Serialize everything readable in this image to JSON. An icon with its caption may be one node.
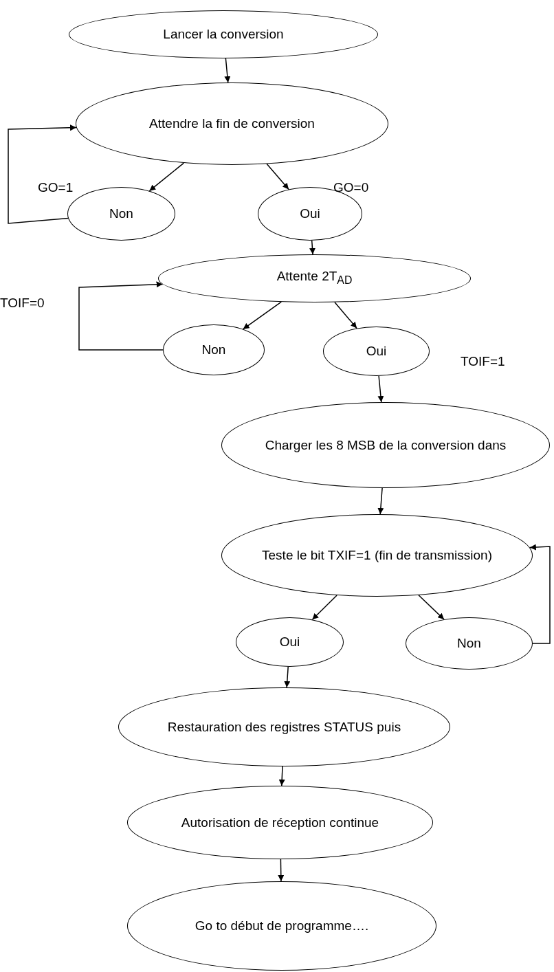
{
  "diagram": {
    "nodes": [
      {
        "text": [
          "Lancer la conversion"
        ]
      },
      {
        "text": [
          "Attendre la fin de conversion"
        ]
      },
      {
        "text": [
          "Non"
        ]
      },
      {
        "text": [
          "Oui"
        ]
      },
      {
        "text": [
          "Attente 2T$_{AD}$"
        ]
      },
      {
        "text": [
          "Non"
        ]
      },
      {
        "text": [
          "Oui"
        ]
      },
      {
        "text": [
          "Charger les 8 MSB de la conversion dans"
        ]
      },
      {
        "text": [
          "Teste le bit TXIF=1 (fin de transmission)"
        ]
      },
      {
        "text": [
          "Oui"
        ]
      },
      {
        "text": [
          "Non"
        ]
      },
      {
        "text": [
          "Restauration des registres STATUS puis"
        ]
      },
      {
        "text": [
          "Autorisation de réception continue"
        ]
      },
      {
        "text": [
          "Go to début de programme…."
        ]
      }
    ],
    "edges": [
      {
        "from": 0,
        "to": 1,
        "arrow": "to"
      },
      {
        "from": 1,
        "to": 2,
        "arrow": "to"
      },
      {
        "from": 1,
        "to": 3,
        "arrow": "to"
      },
      {
        "from": 2,
        "to": 1,
        "arrow": "to"
      },
      {
        "from": 3,
        "to": 4,
        "arrow": "to"
      },
      {
        "from": 4,
        "to": 5,
        "arrow": "to"
      },
      {
        "from": 4,
        "to": 6,
        "arrow": "to"
      },
      {
        "from": 5,
        "to": 4,
        "arrow": "to"
      },
      {
        "from": 6,
        "to": 7,
        "arrow": "to"
      },
      {
        "from": 7,
        "to": 8,
        "arrow": "to"
      },
      {
        "from": 8,
        "to": 9,
        "arrow": "to"
      },
      {
        "from": 8,
        "to": 10,
        "arrow": "to"
      },
      {
        "from": 10,
        "to": 8,
        "arrow": "to"
      },
      {
        "from": 9,
        "to": 11,
        "arrow": "to"
      },
      {
        "from": 11,
        "to": 12,
        "arrow": "to"
      },
      {
        "from": 12,
        "to": 13,
        "arrow": "to"
      }
    ],
    "labels": [
      "GO=1",
      "GO=0",
      "TOIF=0",
      "TOIF=1"
    ]
  }
}
